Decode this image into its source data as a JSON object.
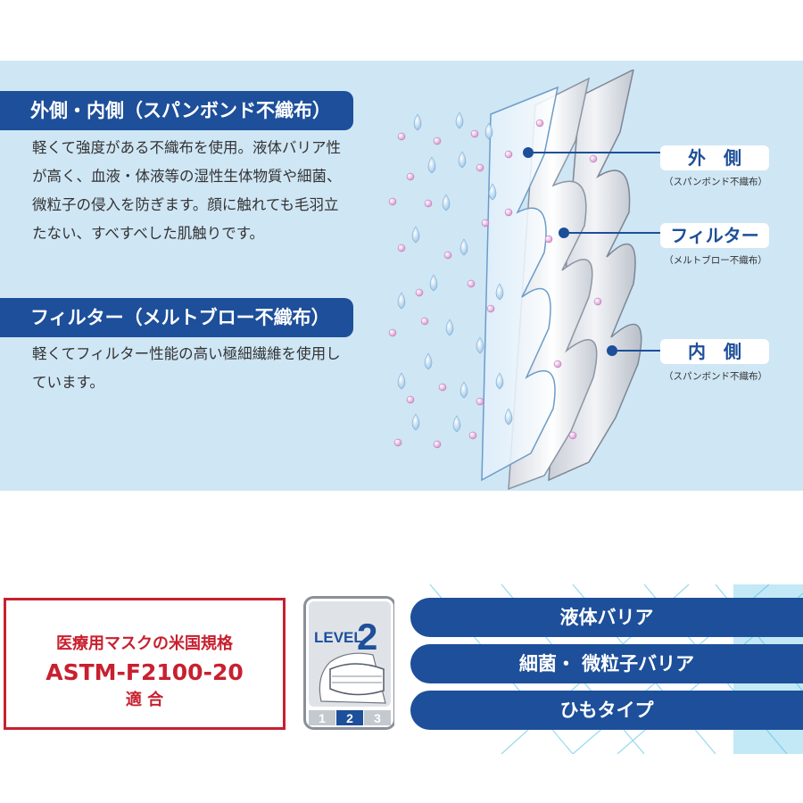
{
  "layers_info": {
    "outer": {
      "title": "外側・内側（スパンボンド不織布）",
      "body": "軽くて強度がある不織布を使用。液体バリア性が高く、血液・体液等の湿性生体物質や細菌、微粒子の侵入を防ぎます。顔に触れても毛羽立たない、すべすべした肌触りです。"
    },
    "filter": {
      "title": "フィルター（メルトブロー不織布）",
      "body": "軽くてフィルター性能の高い極細繊維を使用しています。"
    }
  },
  "diagram": {
    "labels": [
      {
        "name": "外　側",
        "sub": "（スパンボンド不織布）"
      },
      {
        "name": "フィルター",
        "sub": "（メルトブロー不織布）"
      },
      {
        "name": "内　側",
        "sub": "（スパンボンド不織布）"
      }
    ]
  },
  "standard": {
    "line1": "医療用マスクの米国規格",
    "line2": "ASTM-F2100-20",
    "line3": "適 合"
  },
  "level_badge": {
    "word": "LEVEL",
    "level": "2",
    "scale": [
      "1",
      "2",
      "3"
    ]
  },
  "features": [
    "液体バリア",
    "細菌・ 微粒子バリア",
    "ひもタイプ"
  ],
  "colors": {
    "navy": "#1d4f9a",
    "panel_bg": "#cfe6f5",
    "red": "#c8202f",
    "droplet": "#8fbee3",
    "particle": "#d68fd0"
  }
}
